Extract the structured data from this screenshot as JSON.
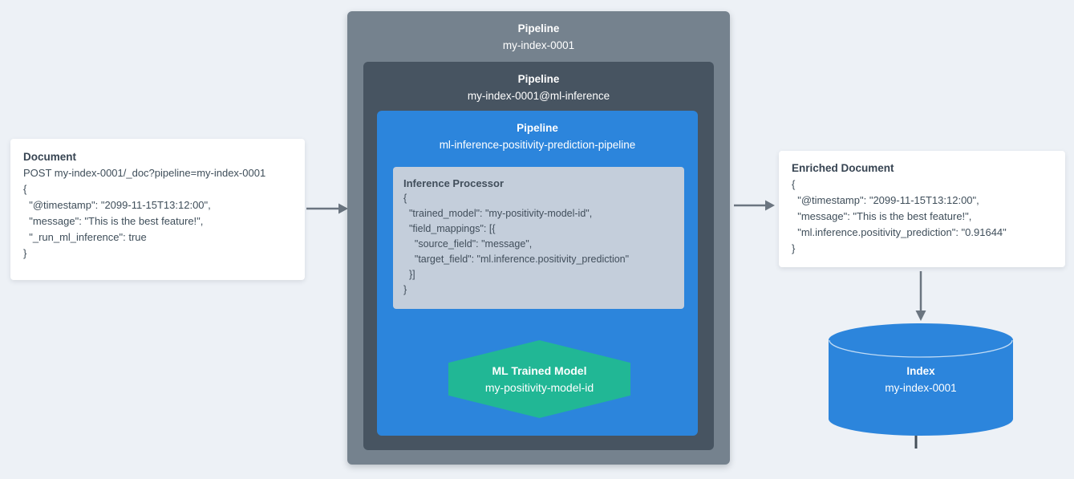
{
  "colors": {
    "background": "#edf1f6",
    "pipeline_outer_box": "#75828e",
    "pipeline_mid_box": "#475461",
    "pipeline_inner_box": "#2c85dc",
    "processor_box": "#c4cedb",
    "model_hexagon_green": "#21b795",
    "index_cylinder_blue": "#2c85dc",
    "arrow_gray": "#6b7580",
    "arrow_dark": "#454f59",
    "text_dark": "#3d4b58",
    "text_white": "#ffffff"
  },
  "document": {
    "title": "Document",
    "lines": [
      "POST my-index-0001/_doc?pipeline=my-index-0001",
      "{",
      "  \"@timestamp\": \"2099-11-15T13:12:00\",",
      "  \"message\": \"This is the best feature!\",",
      "  \"_run_ml_inference\": true",
      "}"
    ]
  },
  "pipelines": {
    "outer": {
      "label": "Pipeline",
      "name": "my-index-0001"
    },
    "mid": {
      "label": "Pipeline",
      "name": "my-index-0001@ml-inference"
    },
    "inner": {
      "label": "Pipeline",
      "name": "ml-inference-positivity-prediction-pipeline"
    }
  },
  "processor": {
    "title": "Inference Processor",
    "lines": [
      "{",
      "  \"trained_model\": \"my-positivity-model-id\",",
      "  \"field_mappings\": [{",
      "    \"source_field\": \"message\",",
      "    \"target_field\": \"ml.inference.positivity_prediction\"",
      "  }]",
      "}"
    ]
  },
  "model": {
    "title": "ML Trained Model",
    "name": "my-positivity-model-id"
  },
  "enriched_document": {
    "title": "Enriched Document",
    "lines": [
      "{",
      "  \"@timestamp\": \"2099-11-15T13:12:00\",",
      "  \"message\": \"This is the best feature!\",",
      "  \"ml.inference.positivity_prediction\": \"0.91644\"",
      "}"
    ]
  },
  "index": {
    "title": "Index",
    "name": "my-index-0001"
  }
}
